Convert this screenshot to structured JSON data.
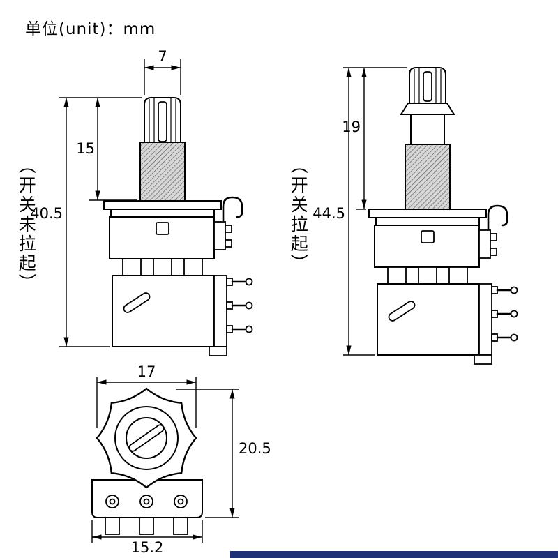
{
  "unit_note": "单位(unit)：mm",
  "colors": {
    "footer_bar": "#203076"
  },
  "left_view": {
    "label": "（开关未拉起）",
    "dim_shaft_width": "7",
    "dim_shaft_height": "15",
    "dim_total_height": "40.5"
  },
  "right_view": {
    "label": "（开关拉起）",
    "dim_shaft_height": "19",
    "dim_total_height": "44.5"
  },
  "top_view": {
    "dim_width": "17",
    "dim_height": "20.5",
    "dim_base_width": "15.2"
  }
}
